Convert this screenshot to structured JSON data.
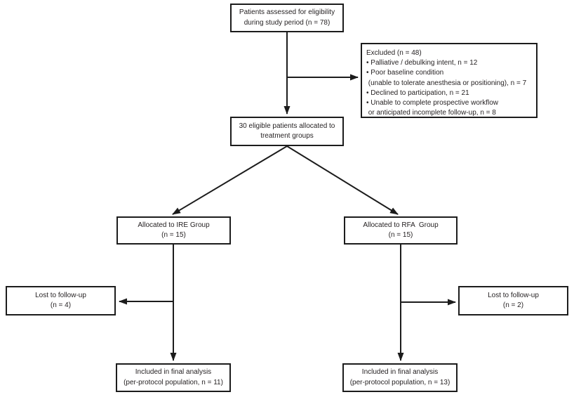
{
  "diagram": {
    "type": "flowchart",
    "description": "Patient enrollment / CONSORT flow diagram comparing IRE and RFA treatment groups",
    "colors": {
      "background": "#ffffff",
      "box_border": "#1c1c1c",
      "text": "#231f20",
      "arrow": "#1c1c1c"
    },
    "nodes": {
      "eligibility": {
        "text": "Patients assessed for eligibility\nduring study period (n = 78)",
        "n": 78
      },
      "excluded": {
        "text": "Excluded (n = 48)\n• Palliative / debulking intent, n = 12\n• Poor baseline condition\n (unable to tolerate anesthesia or positioning), n = 7\n• Declined to participation, n = 21\n• Unable to complete prospective workflow\n or anticipated incomplete follow-up, n = 8",
        "n": 48
      },
      "allocation": {
        "text": "30 eligible patients allocated to\ntreatment groups",
        "n": 30
      },
      "ire_group": {
        "text": "Allocated to IRE Group\n(n = 15)",
        "n": 15
      },
      "rfa_group": {
        "text": "Allocated to RFA  Group\n(n = 15)",
        "n": 15
      },
      "lost_ire": {
        "text": "Lost to follow-up\n(n = 4)",
        "n": 4
      },
      "lost_rfa": {
        "text": "Lost to follow-up\n(n = 2)",
        "n": 2
      },
      "final_ire": {
        "text": "Included in final analysis\n(per-protocol population, n = 11)",
        "n": 11
      },
      "final_rfa": {
        "text": "Included in final analysis\n(per-protocol population, n = 13)",
        "n": 13
      }
    },
    "edges": [
      "eligibility -> allocation",
      "eligibility -> excluded",
      "allocation -> ire_group",
      "allocation -> rfa_group",
      "ire_group -> lost_ire",
      "ire_group -> final_ire",
      "rfa_group -> lost_rfa",
      "rfa_group -> final_rfa"
    ]
  }
}
